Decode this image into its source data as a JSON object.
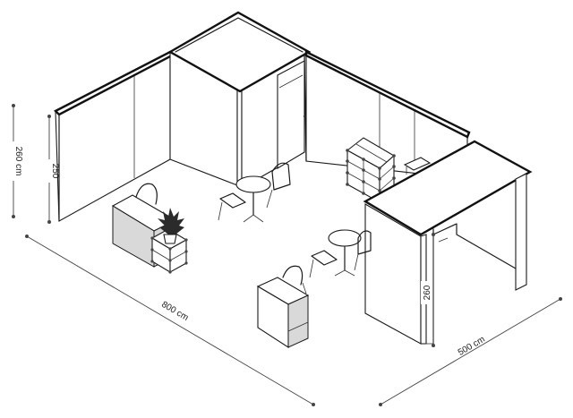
{
  "dimensions": {
    "height_outer": "260 cm",
    "height_inner": "250",
    "length": "800 cm",
    "width": "500 cm",
    "counter_height": "260"
  }
}
